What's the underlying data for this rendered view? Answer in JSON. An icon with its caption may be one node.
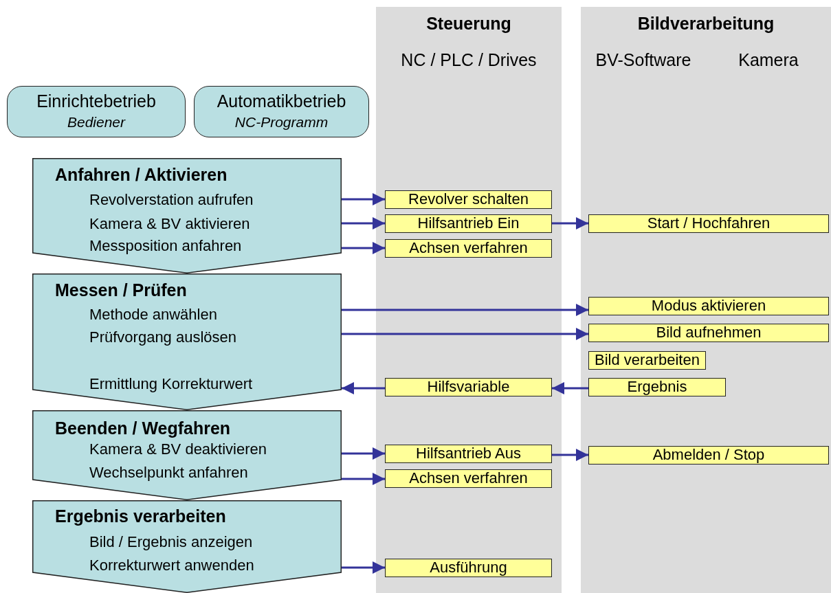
{
  "diagram": {
    "nodes": [
      {
        "text": [
          "Steuerung",
          "NC / PLC / Drives"
        ]
      },
      {
        "text": [
          "Bildverarbeitung",
          "BV-Software",
          "Kamera"
        ]
      },
      {
        "text": [
          "Einrichtebetrieb",
          "Bediener"
        ]
      },
      {
        "text": [
          "Automatikbetrieb",
          "NC-Programm"
        ]
      },
      {
        "text": [
          "Anfahren / Aktivieren",
          "Revolverstation aufrufen",
          "Kamera & BV aktivieren",
          "Messposition anfahren"
        ]
      },
      {
        "text": [
          "Revolver schalten"
        ],
        "in": 0
      },
      {
        "text": [
          "Hilfsantrieb Ein"
        ],
        "in": 0
      },
      {
        "text": [
          "Start / Hochfahren"
        ],
        "in": 1
      },
      {
        "text": [
          "Achsen verfahren"
        ],
        "in": 0
      },
      {
        "text": [
          "Messen / Prüfen",
          "Methode anwählen",
          "Prüfvorgang auslösen",
          "Ermittlung Korrekturwert"
        ]
      },
      {
        "text": [
          "Modus aktivieren"
        ],
        "in": 1
      },
      {
        "text": [
          "Bild aufnehmen"
        ],
        "in": 1
      },
      {
        "text": [
          "Bild verarbeiten"
        ],
        "in": 1
      },
      {
        "text": [
          "Hilfsvariable"
        ],
        "in": 0
      },
      {
        "text": [
          "Ergebnis"
        ],
        "in": 1
      },
      {
        "text": [
          "Beenden / Wegfahren",
          "Kamera & BV deaktivieren",
          "Wechselpunkt anfahren"
        ]
      },
      {
        "text": [
          "Hilfsantrieb Aus"
        ],
        "in": 0
      },
      {
        "text": [
          "Abmelden / Stop"
        ],
        "in": 1
      },
      {
        "text": [
          "Achsen verfahren"
        ],
        "in": 0
      },
      {
        "text": [
          "Ergebnis verarbeiten",
          "Bild / Ergebnis anzeigen",
          "Korrekturwert anwenden"
        ]
      },
      {
        "text": [
          "Ausführung"
        ],
        "in": 0
      }
    ],
    "edges": [
      {
        "from": 4,
        "to": 5,
        "arrow": "to"
      },
      {
        "from": 4,
        "to": 6,
        "arrow": "to"
      },
      {
        "from": 6,
        "to": 7,
        "arrow": "to"
      },
      {
        "from": 4,
        "to": 8,
        "arrow": "to"
      },
      {
        "from": 9,
        "to": 10,
        "arrow": "to"
      },
      {
        "from": 9,
        "to": 11,
        "arrow": "to"
      },
      {
        "from": 14,
        "to": 13,
        "arrow": "to"
      },
      {
        "from": 13,
        "to": 9,
        "arrow": "to"
      },
      {
        "from": 15,
        "to": 16,
        "arrow": "to"
      },
      {
        "from": 16,
        "to": 17,
        "arrow": "to"
      },
      {
        "from": 15,
        "to": 18,
        "arrow": "to"
      },
      {
        "from": 19,
        "to": 20,
        "arrow": "to"
      }
    ]
  }
}
